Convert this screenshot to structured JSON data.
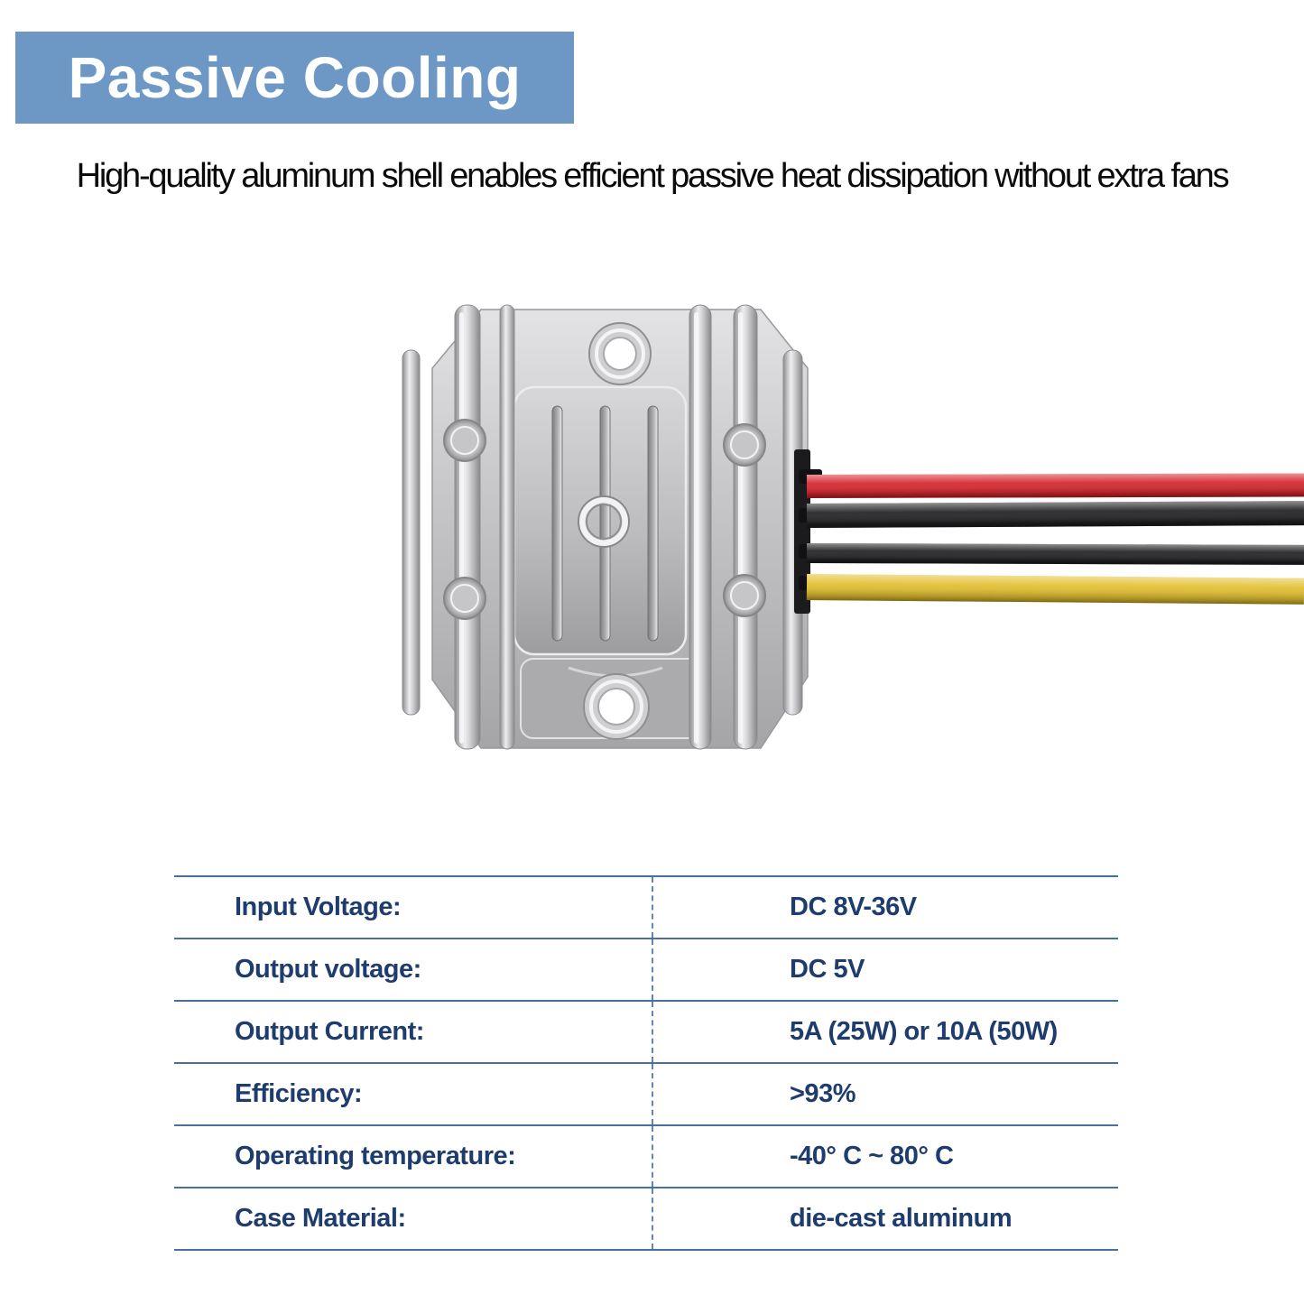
{
  "banner": {
    "title": "Passive Cooling",
    "bg_color": "#6d98c6",
    "text_color": "#ffffff"
  },
  "subtitle": "High-quality aluminum shell enables efficient passive heat dissipation without extra fans",
  "product": {
    "description": "die-cast aluminum DC voltage converter with passive cooling fins and wire leads",
    "wire_colors": {
      "red": "#d6242b",
      "black": "#202022",
      "yellow": "#e2be2c"
    }
  },
  "spec_table": {
    "line_color": "#46719c",
    "divider_color": "#5f87b5",
    "text_color": "#1e3c6e",
    "rows": [
      {
        "label": "Input Voltage:",
        "value": "DC 8V-36V"
      },
      {
        "label": "Output voltage:",
        "value": "DC 5V"
      },
      {
        "label": "Output Current:",
        "value": "5A (25W) or 10A (50W)"
      },
      {
        "label": "Efficiency:",
        "value": ">93%"
      },
      {
        "label": "Operating temperature:",
        "value": "-40° C ~ 80° C"
      },
      {
        "label": "Case Material:",
        "value": "die-cast aluminum"
      }
    ]
  }
}
